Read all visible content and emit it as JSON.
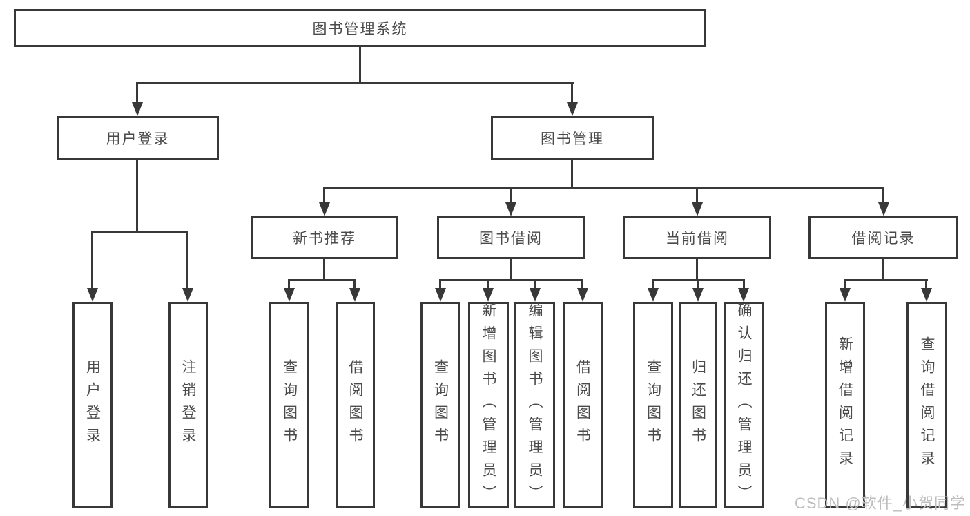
{
  "colors": {
    "line": "#383838",
    "box_border": "#383838",
    "text": "#4a4a4a",
    "background": "#ffffff",
    "watermark_text": "#bdbdbd"
  },
  "root": {
    "label": "图书管理系统"
  },
  "level2": [
    {
      "label": "用户登录"
    },
    {
      "label": "图书管理"
    }
  ],
  "level3": [
    {
      "label": "新书推荐"
    },
    {
      "label": "图书借阅"
    },
    {
      "label": "当前借阅"
    },
    {
      "label": "借阅记录"
    }
  ],
  "leaves": {
    "user_login": [
      {
        "label": "用户登录"
      },
      {
        "label": "注销登录"
      }
    ],
    "new_book_recommend": [
      {
        "label": "查询图书"
      },
      {
        "label": "借阅图书"
      }
    ],
    "book_borrow": [
      {
        "label": "查询图书"
      },
      {
        "label": "新增图书（管理员）"
      },
      {
        "label": "编辑图书（管理员）"
      },
      {
        "label": "借阅图书"
      }
    ],
    "current_borrow": [
      {
        "label": "查询图书"
      },
      {
        "label": "归还图书"
      },
      {
        "label": "确认归还（管理员）"
      }
    ],
    "borrow_records": [
      {
        "label": "新增借阅记录"
      },
      {
        "label": "查询借阅记录"
      }
    ]
  },
  "watermark": "CSDN @软件_小贺同学"
}
